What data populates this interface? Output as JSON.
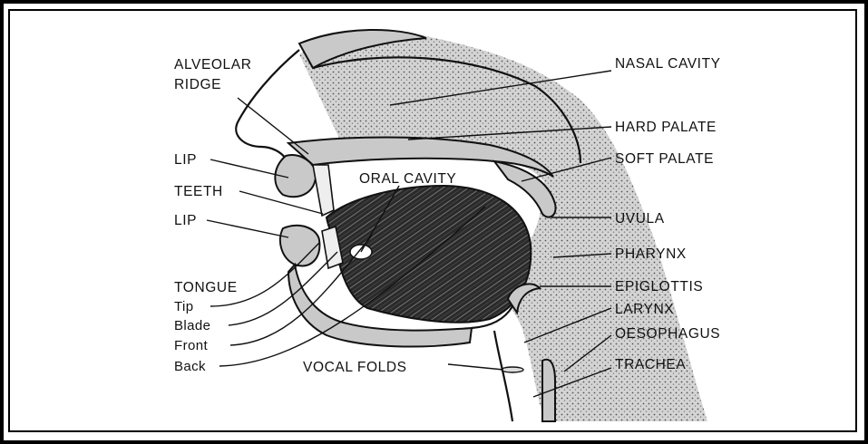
{
  "labels": {
    "alveolar_ridge_1": "ALVEOLAR",
    "alveolar_ridge_2": "RIDGE",
    "lip_upper": "LIP",
    "teeth": "TEETH",
    "lip_lower": "LIP",
    "tongue": "TONGUE",
    "tip": "Tip",
    "blade": "Blade",
    "front": "Front",
    "back": "Back",
    "oral_cavity": "ORAL CAVITY",
    "vocal_folds": "VOCAL FOLDS",
    "nasal_cavity": "NASAL CAVITY",
    "hard_palate": "HARD PALATE",
    "soft_palate": "SOFT PALATE",
    "uvula": "UVULA",
    "pharynx": "PHARYNX",
    "epiglottis": "EPIGLOTTIS",
    "larynx": "LARYNX",
    "oesophagus": "OESOPHAGUS",
    "trachea": "TRACHEA"
  },
  "colors": {
    "ink": "#111111",
    "tissue": "#c9c9c9",
    "tongue": "#2a2a2a",
    "background": "#ffffff"
  }
}
